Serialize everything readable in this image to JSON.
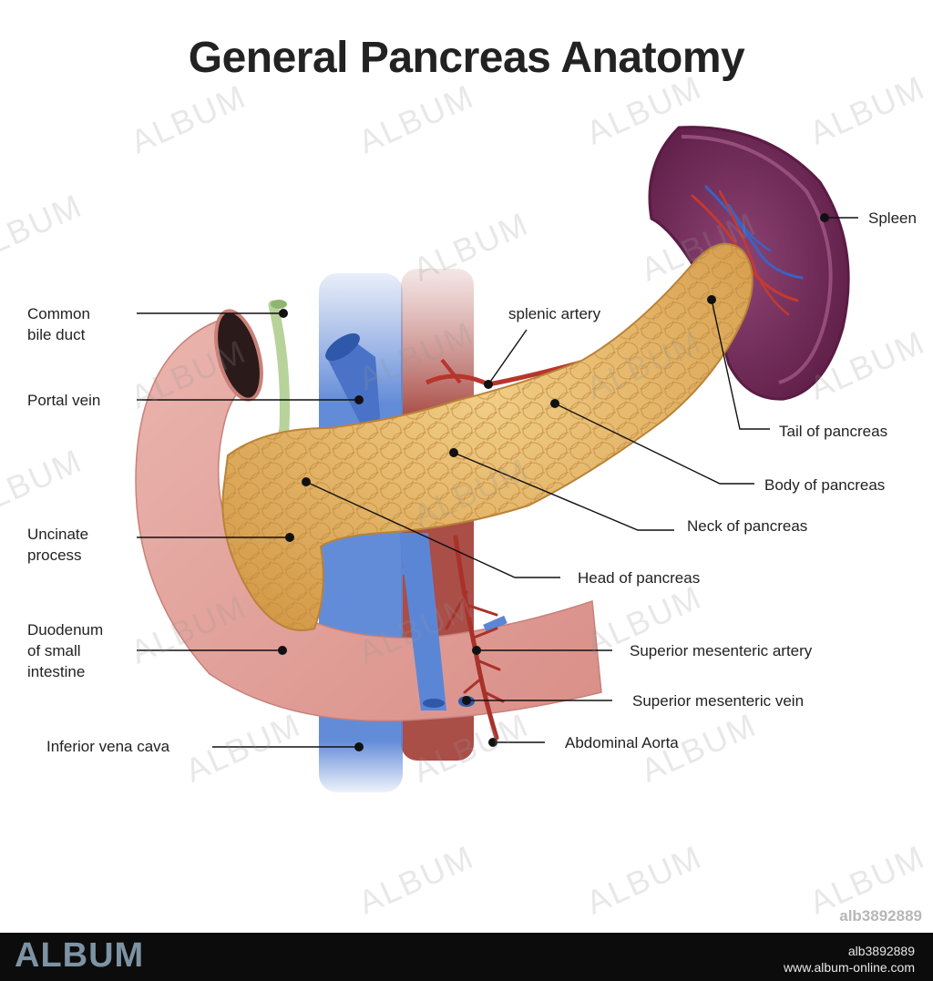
{
  "title": "General Pancreas Anatomy",
  "labels": {
    "common_bile_duct": "Common\nbile duct",
    "portal_vein": "Portal vein",
    "uncinate_process": "Uncinate\nprocess",
    "duodenum": "Duodenum\nof small\nintestine",
    "inferior_vena_cava": "Inferior vena cava",
    "splenic_artery": "splenic artery",
    "spleen": "Spleen",
    "tail_of_pancreas": "Tail of pancreas",
    "body_of_pancreas": "Body of pancreas",
    "neck_of_pancreas": "Neck of pancreas",
    "head_of_pancreas": "Head of pancreas",
    "superior_mesenteric_artery": "Superior mesenteric artery",
    "superior_mesenteric_vein": "Superior mesenteric vein",
    "abdominal_aorta": "Abdominal Aorta"
  },
  "watermark": "ALBUM",
  "image_id": "alb3892889",
  "footer": {
    "logo": "ALBUM",
    "id": "alb3892889",
    "url": "www.album-online.com"
  },
  "colors": {
    "pancreas": "#e2b465",
    "duodenum": "#e5a7a0",
    "spleen": "#7a2d5e",
    "vein": "#5b86d6",
    "artery": "#a8322a",
    "bile_duct": "#b7d39a"
  }
}
